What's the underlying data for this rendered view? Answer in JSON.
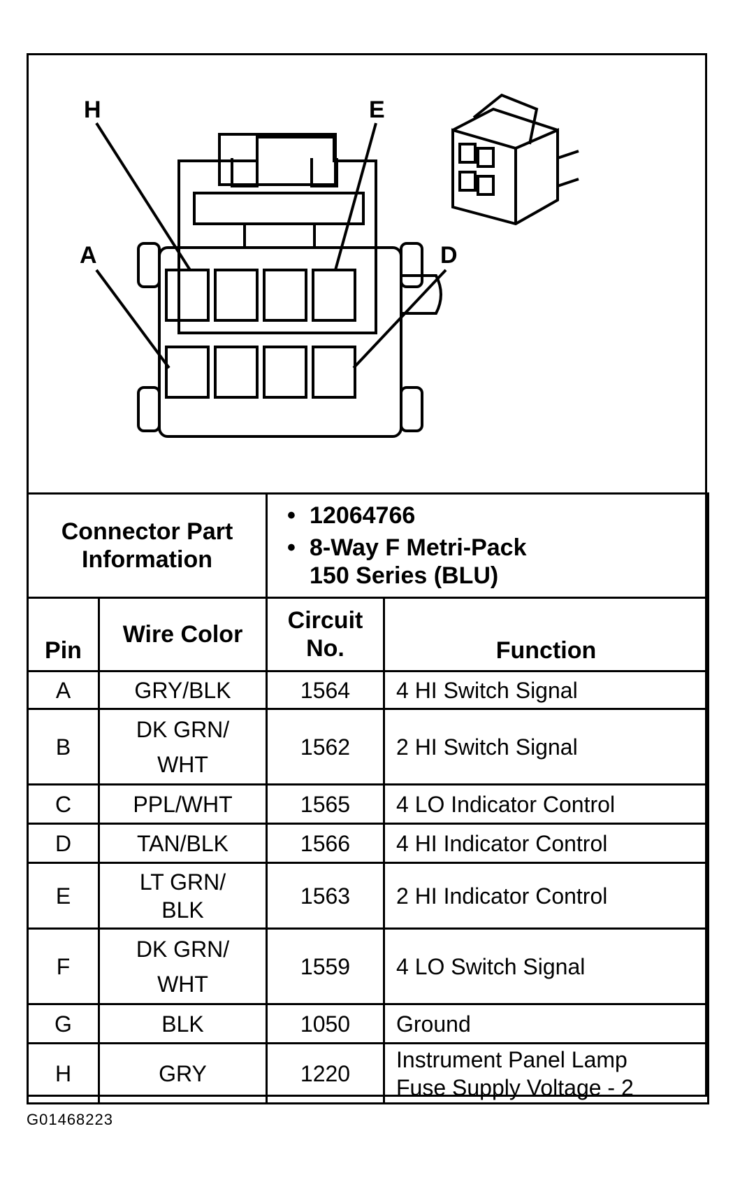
{
  "diagram": {
    "labels": {
      "h": "H",
      "e": "E",
      "a": "A",
      "d": "D"
    }
  },
  "connector_info": {
    "label_line1": "Connector Part",
    "label_line2": "Information",
    "part_number": "12064766",
    "description_line1": "8-Way F Metri-Pack",
    "description_line2": "150 Series (BLU)"
  },
  "table": {
    "headers": {
      "pin": "Pin",
      "wire_color": "Wire Color",
      "circuit_line1": "Circuit",
      "circuit_line2": "No.",
      "function": "Function"
    },
    "rows": [
      {
        "pin": "A",
        "wire1": "GRY/BLK",
        "wire2": "",
        "circuit": "1564",
        "func1": "4 HI Switch Signal",
        "func2": ""
      },
      {
        "pin": "B",
        "wire1": "DK GRN/",
        "wire2": "WHT",
        "circuit": "1562",
        "func1": "2 HI Switch Signal",
        "func2": ""
      },
      {
        "pin": "C",
        "wire1": "PPL/WHT",
        "wire2": "",
        "circuit": "1565",
        "func1": "4 LO Indicator Control",
        "func2": ""
      },
      {
        "pin": "D",
        "wire1": "TAN/BLK",
        "wire2": "",
        "circuit": "1566",
        "func1": "4 HI Indicator Control",
        "func2": ""
      },
      {
        "pin": "E",
        "wire1": "LT GRN/",
        "wire2": "BLK",
        "circuit": "1563",
        "func1": "2 HI Indicator Control",
        "func2": ""
      },
      {
        "pin": "F",
        "wire1": "DK GRN/",
        "wire2": "WHT",
        "circuit": "1559",
        "func1": "4 LO Switch Signal",
        "func2": ""
      },
      {
        "pin": "G",
        "wire1": "BLK",
        "wire2": "",
        "circuit": "1050",
        "func1": "Ground",
        "func2": ""
      },
      {
        "pin": "H",
        "wire1": "GRY",
        "wire2": "",
        "circuit": "1220",
        "func1": "Instrument Panel Lamp",
        "func2": "Fuse Supply Voltage - 2"
      }
    ]
  },
  "footer": {
    "figure_code": "G01468223"
  }
}
